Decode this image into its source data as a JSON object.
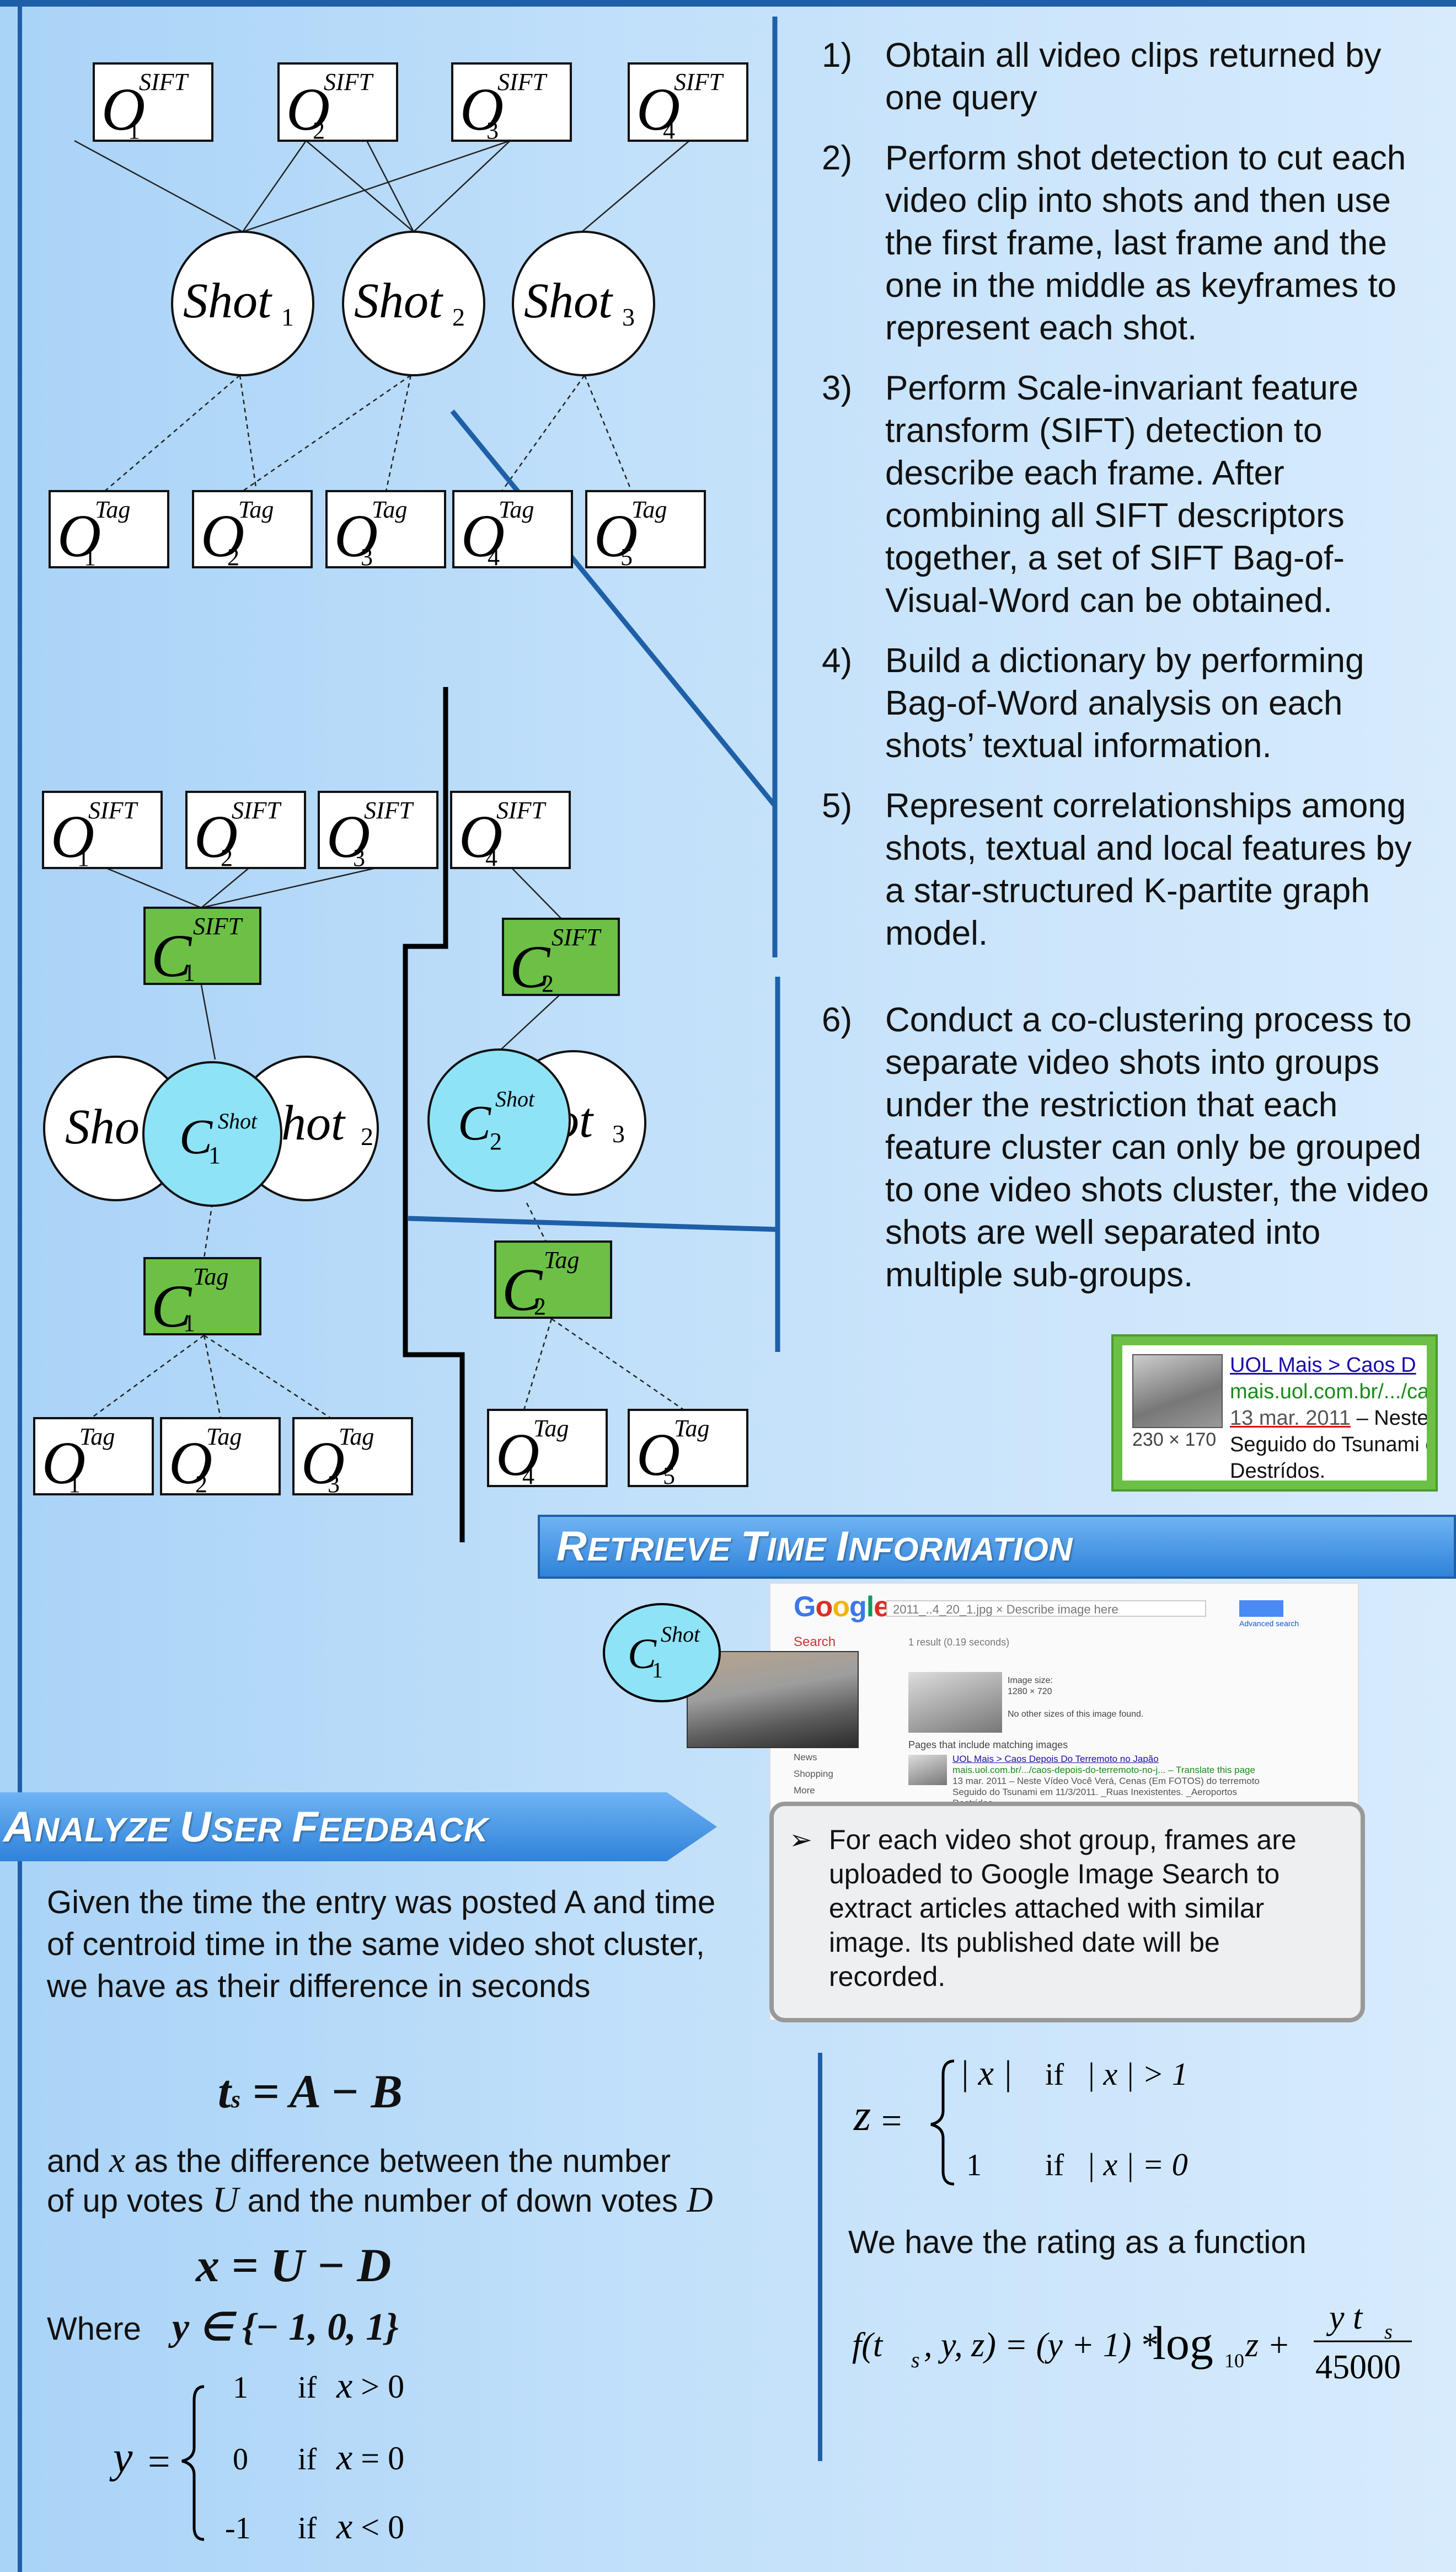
{
  "graph_top": {
    "sift_nodes": [
      {
        "base": "O",
        "index": "1",
        "sup": "SIFT"
      },
      {
        "base": "O",
        "index": "2",
        "sup": "SIFT"
      },
      {
        "base": "O",
        "index": "3",
        "sup": "SIFT"
      },
      {
        "base": "O",
        "index": "4",
        "sup": "SIFT"
      }
    ],
    "shot_nodes": [
      {
        "base": "Shot",
        "index": "1"
      },
      {
        "base": "Shot",
        "index": "2"
      },
      {
        "base": "Shot",
        "index": "3"
      }
    ],
    "tag_nodes": [
      {
        "base": "O",
        "index": "1",
        "sup": "Tag"
      },
      {
        "base": "O",
        "index": "2",
        "sup": "Tag"
      },
      {
        "base": "O",
        "index": "3",
        "sup": "Tag"
      },
      {
        "base": "O",
        "index": "4",
        "sup": "Tag"
      },
      {
        "base": "O",
        "index": "5",
        "sup": "Tag"
      }
    ]
  },
  "graph_bottom": {
    "sift_nodes": [
      {
        "base": "O",
        "index": "1",
        "sup": "SIFT"
      },
      {
        "base": "O",
        "index": "2",
        "sup": "SIFT"
      },
      {
        "base": "O",
        "index": "3",
        "sup": "SIFT"
      },
      {
        "base": "O",
        "index": "4",
        "sup": "SIFT"
      }
    ],
    "sift_clusters": [
      {
        "base": "C",
        "index": "1",
        "sup": "SIFT"
      },
      {
        "base": "C",
        "index": "2",
        "sup": "SIFT"
      }
    ],
    "shot_clusters": [
      {
        "base": "C",
        "index": "1",
        "sup": "Shot",
        "left_shot": "Sho",
        "right_shot": "hot",
        "right_index": "2"
      },
      {
        "base": "C",
        "index": "2",
        "sup": "Shot",
        "left_shot": "",
        "right_shot": "ot",
        "right_index": "3"
      }
    ],
    "tag_clusters": [
      {
        "base": "C",
        "index": "1",
        "sup": "Tag"
      },
      {
        "base": "C",
        "index": "2",
        "sup": "Tag"
      }
    ],
    "tag_nodes": [
      {
        "base": "O",
        "index": "1",
        "sup": "Tag"
      },
      {
        "base": "O",
        "index": "2",
        "sup": "Tag"
      },
      {
        "base": "O",
        "index": "3",
        "sup": "Tag"
      },
      {
        "base": "O",
        "index": "4",
        "sup": "Tag"
      },
      {
        "base": "O",
        "index": "5",
        "sup": "Tag"
      }
    ]
  },
  "steps": [
    {
      "num": "1)",
      "text": "Obtain all video clips returned by one query"
    },
    {
      "num": "2)",
      "text": "Perform shot detection to cut each video clip into shots and then use the first frame, last frame and the one in the middle as keyframes to represent each shot."
    },
    {
      "num": "3)",
      "text": "Perform Scale-invariant feature transform (SIFT) detection to describe each frame. After combining all SIFT descriptors together, a set of SIFT Bag-of-Visual-Word can be obtained."
    },
    {
      "num": "4)",
      "text": "Build a dictionary by performing Bag-of-Word analysis on each shots’ textual information."
    },
    {
      "num": "5)",
      "text": "Represent correlationships among shots, textual and local features by a star-structured K-partite graph model."
    },
    {
      "num": "6)",
      "text": "Conduct a co-clustering process to separate video shots into groups under the restriction that each feature cluster can only be grouped to one video shots cluster, the video shots are well separated into multiple sub-groups."
    }
  ],
  "snippet": {
    "link": "UOL Mais > Caos D",
    "url": "mais.uol.com.br/.../caos",
    "date": "13 mar. 2011",
    "date_rest": " – Neste V",
    "line3": "Seguido do Tsunami em",
    "line4": "Destrídos.",
    "size": "230 × 170"
  },
  "retrieve": {
    "title_first": "R",
    "title_rest": "ETRIEVE ",
    "title_first2": "T",
    "title_rest2": "IME ",
    "title_first3": "I",
    "title_rest3": "NFORMATION"
  },
  "centroid": {
    "base": "C",
    "index": "1",
    "sup": "Shot"
  },
  "google": {
    "logo": "Google",
    "query": "2011_..4_20_1.jpg ×   Describe image here",
    "adv": "Advanced search",
    "search_label": "Search",
    "result_count": "1 result (0.19 seconds)",
    "image_size_label": "Image size:",
    "image_size": "1280 × 720",
    "no_other": "No other sizes of this image found.",
    "pages_label": "Pages that include matching images",
    "result_link": "UOL Mais > Caos Depois Do Terremoto no Japão",
    "result_url": "mais.uol.com.br/.../caos-depois-do-terremoto-no-j... – Translate this page",
    "result_date": "13 mar. 2011 – Neste Vídeo Você Verá, Cenas (Em FOTOS) do terremoto",
    "result_extra": "Seguido do Tsunami em 11/3/2011. _Ruas Inexistentes. _Aeroportos",
    "result_extra2": "Destrídos.",
    "sidebar": [
      "News",
      "Shopping",
      "More"
    ]
  },
  "callout": {
    "arrow": "➢",
    "text": "For each video shot group, frames are uploaded to Google Image Search to extract articles attached with similar image. Its published date will be recorded."
  },
  "analyze": {
    "first": "A",
    "rest": "NALYZE ",
    "first2": "U",
    "rest2": "SER ",
    "first3": "F",
    "rest3": "EEDBACK"
  },
  "feedback": {
    "intro": "Given the time the entry was posted A and time of centroid time in the same video shot cluster, we have as their difference in seconds",
    "eq1_lhs": "t",
    "eq1_sub": "s",
    "eq1_rhs": " = A − B",
    "and_text": "and",
    "x_sym": "x",
    "diff_text": " as the difference between the number",
    "of_up": "of up votes",
    "u_sym": "U",
    "and_num": " and the number of down votes",
    "d_sym": "D",
    "eq2": "x = U − D",
    "where": "Where",
    "eq3": "y ∈ {− 1, 0, 1}",
    "y_cases": [
      {
        "val": "1",
        "cond": "if",
        "rel": " > 0"
      },
      {
        "val": "0",
        "cond": "if",
        "rel": " = 0"
      },
      {
        "val": "-1",
        "cond": "if",
        "rel": " < 0"
      }
    ],
    "y_sym": "y",
    "eq_sign": "="
  },
  "zblock": {
    "z_sym": "z",
    "eq_sign": "=",
    "case1_val": "| x |",
    "case1_cond": "if",
    "case1_rel": "| x | > 1",
    "case2_val": "1",
    "case2_cond": "if",
    "case2_rel": "| x | = 0",
    "rating_text": "We have the rating as a function",
    "f_lhs": "f(t",
    "f_sub": "s",
    "f_args": ", y, z) = (y + 1) * ",
    "log": "log",
    "log_sub": "10",
    "z_plus": " z +",
    "frac_num": "y t",
    "frac_num_sub": "s",
    "frac_den": "45000"
  },
  "colors": {
    "frame_blue": "#1e5fa8",
    "cluster_green": "#6cc046",
    "cluster_cyan": "#8fe3f7",
    "banner_blue": "#3f91e3"
  }
}
